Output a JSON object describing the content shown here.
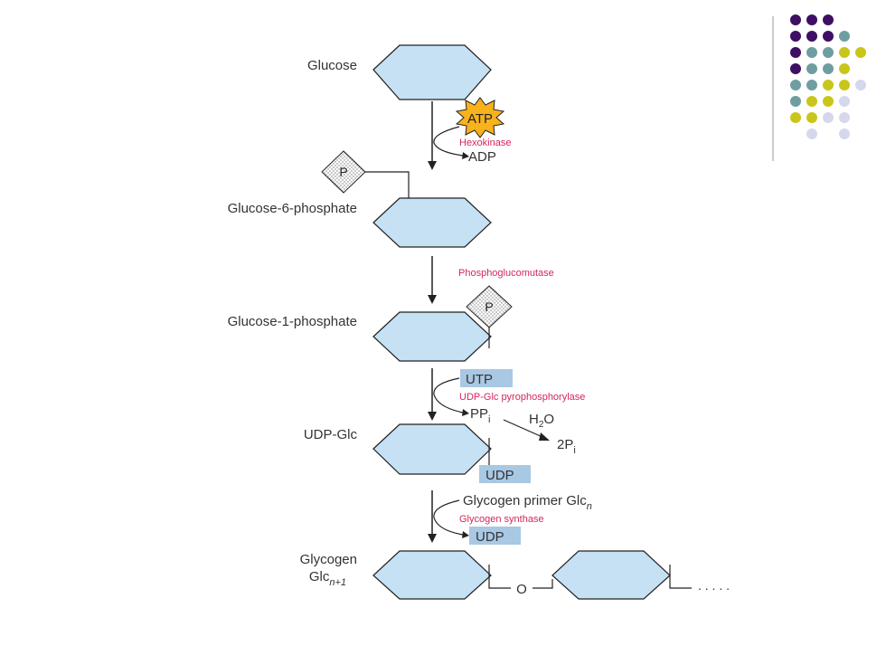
{
  "colors": {
    "hexagon_fill": "#c6e0f4",
    "line": "#222222",
    "enzyme_text": "#d6265c",
    "label_text": "#333333",
    "cofactor_fill": "#a8c8e4",
    "atp_fill": "#f7b21c",
    "dot_purple": "#3f0f63",
    "dot_teal": "#6f9ea0",
    "dot_yellow": "#c9c61a",
    "dot_lavender": "#d6d7ec"
  },
  "compounds": {
    "glucose": "Glucose",
    "g6p": "Glucose-6-phosphate",
    "g1p": "Glucose-1-phosphate",
    "udp_glc": "UDP-Glc",
    "glycogen_line1": "Glycogen",
    "glycogen_line2_base": "Glc",
    "glycogen_line2_sub": "n+1"
  },
  "enzymes": {
    "hexokinase": "Hexokinase",
    "phosphoglucomutase": "Phosphoglucomutase",
    "udp_glc_ppase": "UDP-Glc pyrophosphorylase",
    "glycogen_synthase": "Glycogen synthase"
  },
  "cofactors": {
    "atp": "ATP",
    "adp": "ADP",
    "utp": "UTP",
    "pp_base": "PP",
    "pp_sub": "i",
    "h2o_h": "H",
    "h2o_sub": "2",
    "h2o_o": "O",
    "two_pi_base": "2P",
    "two_pi_sub": "i",
    "udp": "UDP",
    "primer_text": "Glycogen primer Glc",
    "primer_sub": "n"
  },
  "phosphate_label": "P",
  "glycosidic_label": "O",
  "continuation": ". . . . ."
}
